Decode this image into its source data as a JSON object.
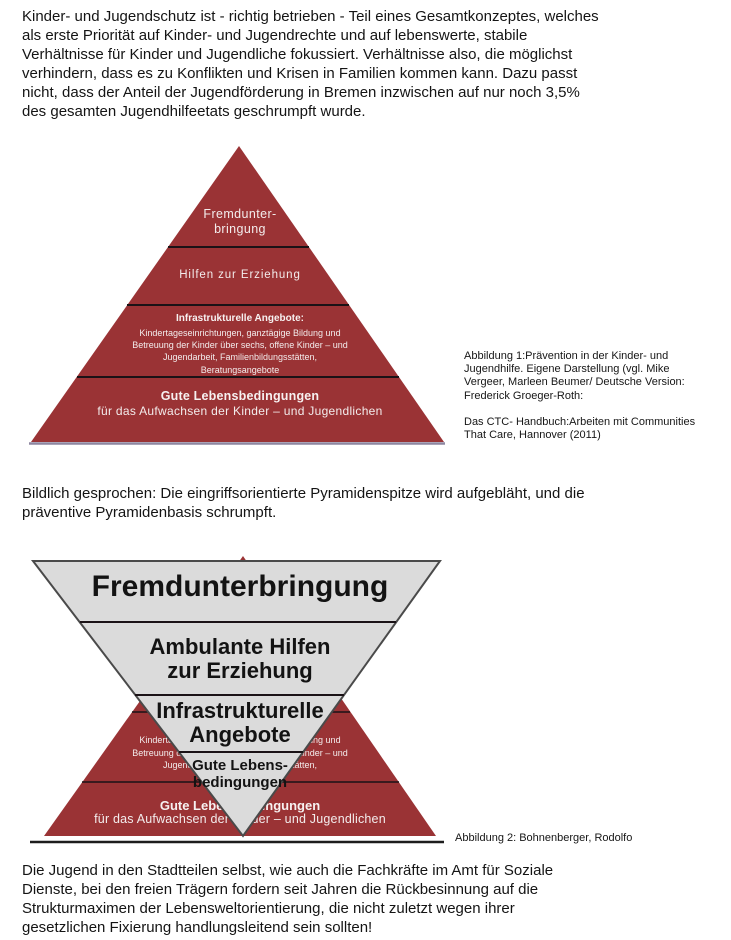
{
  "page": {
    "background": "#ffffff",
    "text_color": "#141414"
  },
  "paragraphs": {
    "intro": "Kinder- und Jugendschutz ist  - richtig betrieben - Teil eines Gesamtkonzeptes, welches\nals erste Priorität auf Kinder- und Jugendrechte und auf lebenswerte, stabile\nVerhältnisse für Kinder und Jugendliche fokussiert. Verhältnisse also, die möglichst\nverhindern, dass es zu Konflikten und Krisen in Familien kommen kann. Dazu passt\nnicht, dass  der Anteil der Jugendförderung in Bremen inzwischen auf nur noch 3,5%\ndes gesamten Jugendhilfeetats geschrumpft wurde.",
    "middle": "Bildlich gesprochen: Die eingriffsorientierte Pyramidenspitze wird aufgebläht, und die\npräventive Pyramidenbasis schrumpft.",
    "closing": "Die Jugend in den Stadtteilen selbst, wie auch die Fachkräfte im Amt für Soziale\nDienste, bei den freien Trägern fordern seit Jahren die Rückbesinnung auf die\nStrukturmaximen der Lebensweltorientierung, die nicht zuletzt wegen ihrer\ngesetzlichen Fixierung handlungsleitend sein sollten!"
  },
  "figure1": {
    "colors": {
      "fill": "#9a3335",
      "divider": "#1a1216",
      "base_line": "#8d86a0",
      "text": "#f3ecec"
    },
    "levels": {
      "top": "Fremdunter-\nbringung",
      "second": "Hilfen zur Erziehung",
      "third_title": "Infrastrukturelle  Angebote:",
      "third_body": "Kindertageseinrichtungen, ganztägige Bildung und\nBetreuung der Kinder über sechs, offene Kinder – und\nJugendarbeit, Familienbildungsstätten,\nBeratungsangebote",
      "bottom_title": "Gute Lebensbedingungen",
      "bottom_body": "für das Aufwachsen der Kinder – und Jugendlichen"
    },
    "caption": "Abbildung 1:Prävention in der Kinder- und\nJugendhilfe. Eigene Darstellung (vgl. Mike\nVergeer, Marleen Beumer/ Deutsche Version:\nFrederick Groeger-Roth:\n\nDas CTC- Handbuch:Arbeiten mit Communities\nThat Care, Hannover (2011)"
  },
  "figure2": {
    "colors": {
      "pyramid_fill": "#9a3335",
      "pyramid_text": "#f3ecec",
      "inverted_fill": "#dbdbdb",
      "inverted_edge": "#4a4a4a",
      "inverted_text": "#131313"
    },
    "background_pyramid": {
      "third_body": "Kindertageseinrichtungen, ganztägige Bildung und\nBetreuung der Kinder über sechs, offene Kinder – und\nJugendarbeit, Familienbildungsstätten,\nBeratungsangebote",
      "bottom_title": "Gute Lebensbedingungen",
      "bottom_body": "für das Aufwachsen der Kinder – und Jugendlichen"
    },
    "inverted_levels": {
      "top": "Fremdunterbringung",
      "second": "Ambulante Hilfen\nzur Erziehung",
      "third": "Infrastrukturelle\nAngebote",
      "bottom": "Gute Lebens-\nbedingungen"
    },
    "caption": "Abbildung 2: Bohnenberger, Rodolfo"
  }
}
